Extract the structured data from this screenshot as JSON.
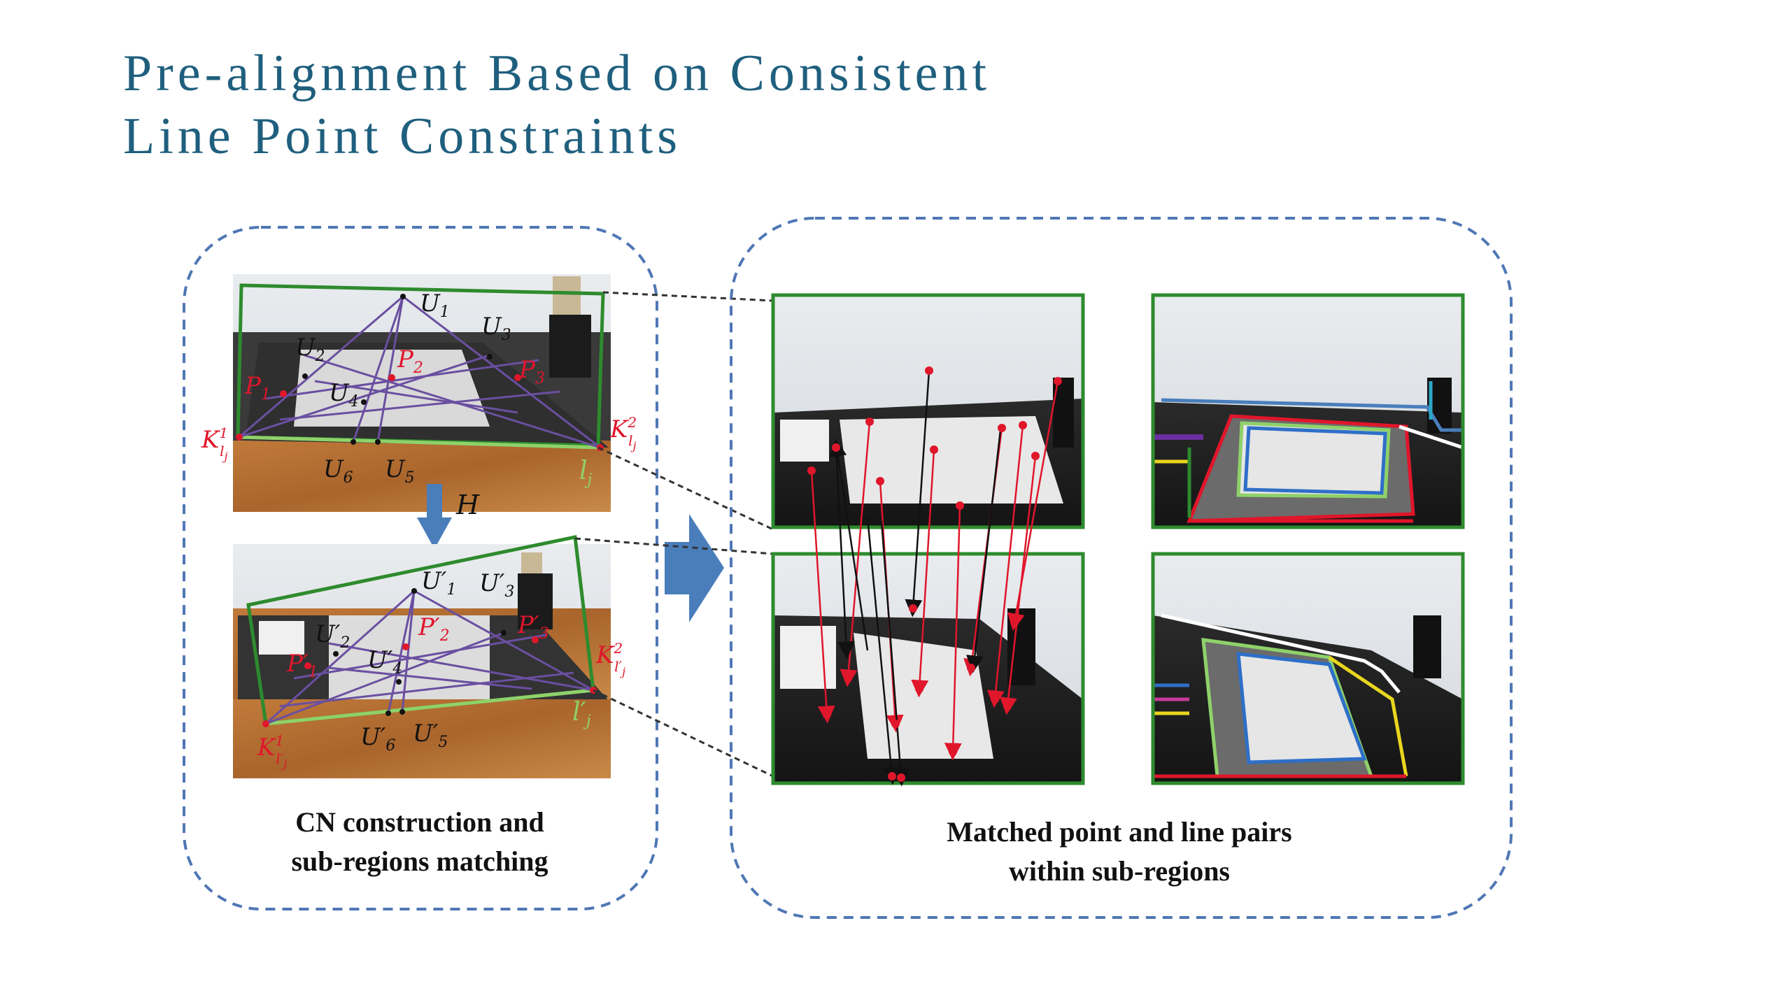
{
  "slide": {
    "title_line1": "Pre-alignment Based on Consistent",
    "title_line2": "Line Point Constraints"
  },
  "left_panel": {
    "caption_line1": "CN construction and",
    "caption_line2": "sub-regions matching",
    "homography_label": "H",
    "top_labels": {
      "u1": "U",
      "u1_sub": "1",
      "u2": "U",
      "u2_sub": "2",
      "u3": "U",
      "u3_sub": "3",
      "u4": "U",
      "u4_sub": "4",
      "u5": "U",
      "u5_sub": "5",
      "u6": "U",
      "u6_sub": "6",
      "p1": "P",
      "p1_sub": "1",
      "p2": "P",
      "p2_sub": "2",
      "p3": "P",
      "p3_sub": "3",
      "k1": "K",
      "k1_sub": "l",
      "k1_sub2": "j",
      "k1_sup": "1",
      "k2": "K",
      "k2_sub": "l",
      "k2_sub2": "j",
      "k2_sup": "2",
      "lj": "l",
      "lj_sub": "j"
    },
    "bottom_labels": {
      "u1": "U′",
      "u1_sub": "1",
      "u2": "U′",
      "u2_sub": "2",
      "u3": "U′",
      "u3_sub": "3",
      "u4": "U′",
      "u4_sub": "4",
      "u5": "U′",
      "u5_sub": "5",
      "u6": "U′",
      "u6_sub": "6",
      "p1": "P′",
      "p1_sub": "1",
      "p2": "P′",
      "p2_sub": "2",
      "p3": "P′",
      "p3_sub": "3",
      "k1": "K",
      "k1_sub": "l′",
      "k1_sub2": "j",
      "k1_sup": "1",
      "k2": "K",
      "k2_sub": "l′",
      "k2_sub2": "j",
      "k2_sup": "2",
      "lj": "l′",
      "lj_sub": "j"
    }
  },
  "right_panel": {
    "caption_line1": "Matched point and line pairs",
    "caption_line2": "within sub-regions"
  },
  "colors": {
    "title": "#1f5f7e",
    "dashed_border": "#4f77b5",
    "arrow_fill": "#4a7ebb",
    "green_frame": "#2e8b2e",
    "purple_lines": "#6a4fa0",
    "red_points": "#e0162b",
    "light_green_line": "#8fd16a"
  }
}
